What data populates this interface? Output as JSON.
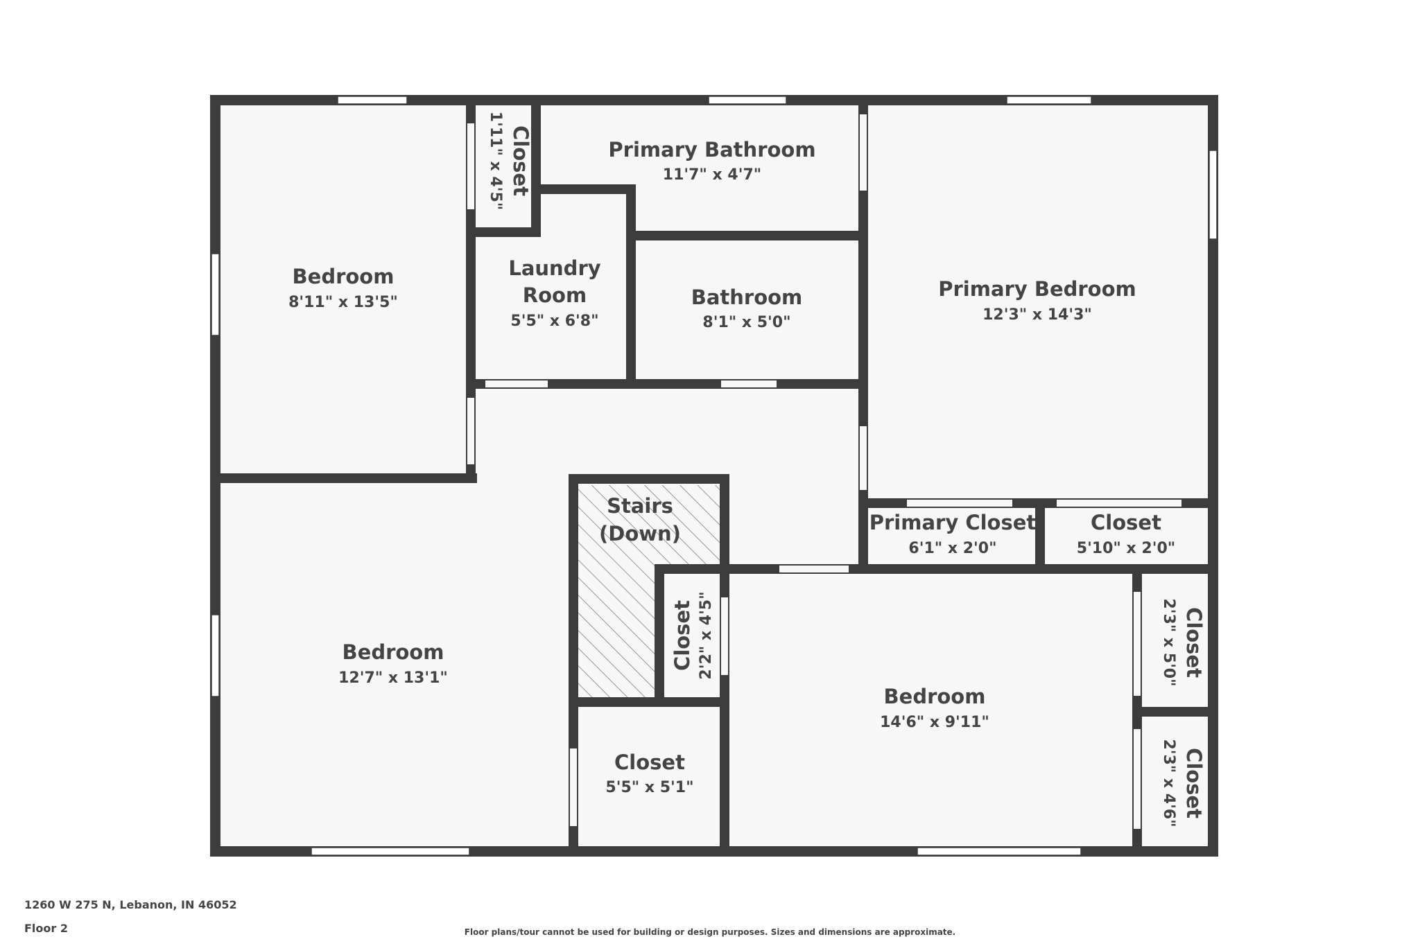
{
  "colors": {
    "wall": "#3c3c3c",
    "floor": "#f7f7f7",
    "text": "#444444",
    "opening": "#ffffff"
  },
  "rooms": {
    "bedroom_nw": {
      "name": "Bedroom",
      "dims": "8'11\" x 13'5\""
    },
    "closet_small": {
      "name": "Closet",
      "dims": "1'11\" x 4'5\""
    },
    "primary_bathroom": {
      "name": "Primary Bathroom",
      "dims": "11'7\" x 4'7\""
    },
    "laundry": {
      "name1": "Laundry",
      "name2": "Room",
      "dims": "5'5\" x 6'8\""
    },
    "bathroom": {
      "name": "Bathroom",
      "dims": "8'1\" x 5'0\""
    },
    "primary_bedroom": {
      "name": "Primary Bedroom",
      "dims": "12'3\" x 14'3\""
    },
    "stairs": {
      "name1": "Stairs",
      "name2": "(Down)"
    },
    "primary_closet": {
      "name": "Primary Closet",
      "dims": "6'1\" x 2'0\""
    },
    "closet_east": {
      "name": "Closet",
      "dims": "5'10\" x 2'0\""
    },
    "bedroom_sw": {
      "name": "Bedroom",
      "dims": "12'7\" x 13'1\""
    },
    "closet_hall": {
      "name": "Closet",
      "dims": "2'2\" x 4'5\""
    },
    "bedroom_se": {
      "name": "Bedroom",
      "dims": "14'6\" x 9'11\""
    },
    "closet_se1": {
      "name": "Closet",
      "dims": "2'3\" x 5'0\""
    },
    "closet_se2": {
      "name": "Closet",
      "dims": "2'3\" x 4'6\""
    },
    "closet_south": {
      "name": "Closet",
      "dims": "5'5\" x 5'1\""
    }
  },
  "footer": {
    "address": "1260 W 275 N, Lebanon, IN 46052",
    "floor": "Floor 2",
    "disclaimer": "Floor plans/tour cannot be used for building or design purposes. Sizes and dimensions are approximate."
  }
}
